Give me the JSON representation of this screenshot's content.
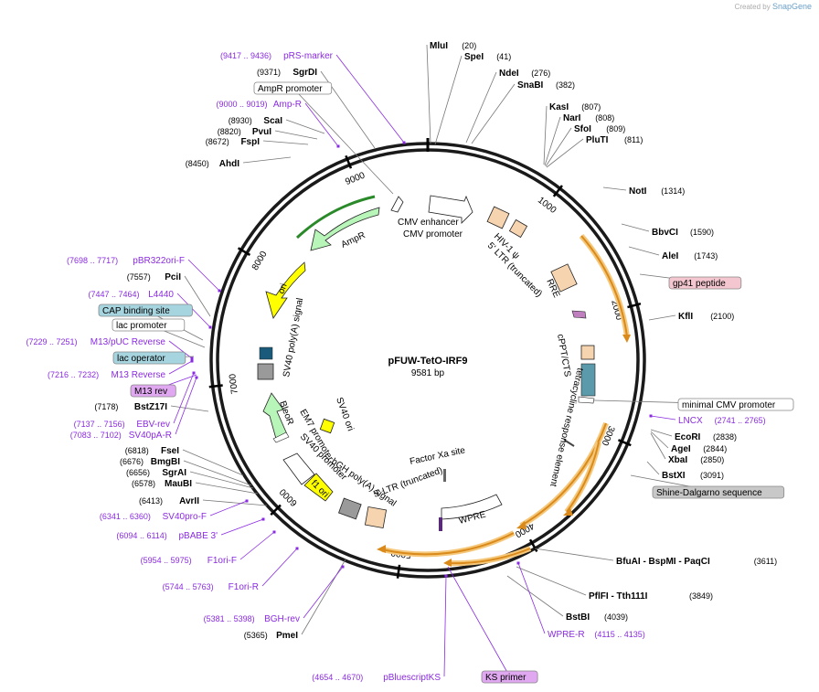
{
  "attribution": {
    "prefix": "Created by",
    "brand": "SnapGene"
  },
  "plasmid": {
    "name": "pFUW-TetO-IRF9",
    "length_label": "9581 bp",
    "length": 9581
  },
  "ticks": [
    "1000",
    "2000",
    "3000",
    "4000",
    "5000",
    "6000",
    "7000",
    "8000",
    "9000"
  ],
  "sites": [
    {
      "name": "MluI",
      "pos": "(20)"
    },
    {
      "name": "SpeI",
      "pos": "(41)"
    },
    {
      "name": "NdeI",
      "pos": "(276)"
    },
    {
      "name": "SnaBI",
      "pos": "(382)"
    },
    {
      "name": "KasI",
      "pos": "(807)"
    },
    {
      "name": "NarI",
      "pos": "(808)"
    },
    {
      "name": "SfoI",
      "pos": "(809)"
    },
    {
      "name": "PluTI",
      "pos": "(811)"
    },
    {
      "name": "NotI",
      "pos": "(1314)"
    },
    {
      "name": "BbvCI",
      "pos": "(1590)"
    },
    {
      "name": "AleI",
      "pos": "(1743)"
    },
    {
      "name": "KflI",
      "pos": "(2100)"
    },
    {
      "name": "EcoRI",
      "pos": "(2838)"
    },
    {
      "name": "AgeI",
      "pos": "(2844)"
    },
    {
      "name": "XbaI",
      "pos": "(2850)"
    },
    {
      "name": "BstXI",
      "pos": "(3091)"
    },
    {
      "name": "BfuAI - BspMI - PaqCI",
      "pos": "(3611)"
    },
    {
      "name": "PflFI - Tth111I",
      "pos": "(3849)"
    },
    {
      "name": "BstBI",
      "pos": "(4039)"
    },
    {
      "name": "PmeI",
      "pos": "(5365)"
    },
    {
      "name": "AvrII",
      "pos": "(6413)"
    },
    {
      "name": "MauBI",
      "pos": "(6578)"
    },
    {
      "name": "SgrAI",
      "pos": "(6656)"
    },
    {
      "name": "BmgBI",
      "pos": "(6676)"
    },
    {
      "name": "FseI",
      "pos": "(6818)"
    },
    {
      "name": "BstZ17I",
      "pos": "(7178)"
    },
    {
      "name": "PciI",
      "pos": "(7557)"
    },
    {
      "name": "AhdI",
      "pos": "(8450)"
    },
    {
      "name": "FspI",
      "pos": "(8672)"
    },
    {
      "name": "PvuI",
      "pos": "(8820)"
    },
    {
      "name": "ScaI",
      "pos": "(8930)"
    },
    {
      "name": "SgrDI",
      "pos": "(9371)"
    }
  ],
  "primers": [
    {
      "name": "pRS-marker",
      "pos": "(9417 .. 9436)"
    },
    {
      "name": "Amp-R",
      "pos": "(9000 .. 9019)"
    },
    {
      "name": "pBR322ori-F",
      "pos": "(7698 .. 7717)"
    },
    {
      "name": "L4440",
      "pos": "(7447 .. 7464)"
    },
    {
      "name": "M13/pUC Reverse",
      "pos": "(7229 .. 7251)"
    },
    {
      "name": "M13 Reverse",
      "pos": "(7216 .. 7232)"
    },
    {
      "name": "EBV-rev",
      "pos": "(7137 .. 7156)"
    },
    {
      "name": "SV40pA-R",
      "pos": "(7083 .. 7102)"
    },
    {
      "name": "SV40pro-F",
      "pos": "(6341 .. 6360)"
    },
    {
      "name": "pBABE 3'",
      "pos": "(6094 .. 6114)"
    },
    {
      "name": "F1ori-F",
      "pos": "(5954 .. 5975)"
    },
    {
      "name": "F1ori-R",
      "pos": "(5744 .. 5763)"
    },
    {
      "name": "BGH-rev",
      "pos": "(5381 .. 5398)"
    },
    {
      "name": "pBluescriptKS",
      "pos": "(4654 .. 4670)"
    },
    {
      "name": "WPRE-R",
      "pos": "(4115 .. 4135)"
    },
    {
      "name": "LNCX",
      "pos": "(2741 .. 2765)"
    }
  ],
  "boxed_labels": [
    {
      "name": "AmpR promoter",
      "fill": "#ffffff"
    },
    {
      "name": "CAP binding site",
      "fill": "#a6d5e0"
    },
    {
      "name": "lac promoter",
      "fill": "#ffffff"
    },
    {
      "name": "lac operator",
      "fill": "#a6d5e0"
    },
    {
      "name": "M13 rev",
      "fill": "#e0a8f0"
    },
    {
      "name": "gp41 peptide",
      "fill": "#f4c7d0"
    },
    {
      "name": "minimal CMV promoter",
      "fill": "#ffffff"
    },
    {
      "name": "Shine-Dalgarno sequence",
      "fill": "#c8c8c8"
    },
    {
      "name": "KS primer",
      "fill": "#e0a8f0"
    }
  ],
  "features": {
    "ampr": "AmpR",
    "ori": "ori",
    "sv40pa": "SV40 poly(A) signal",
    "cmv_enh": "CMV enhancer",
    "cmv_pro": "CMV promoter",
    "hiv": "HIV-1 ψ",
    "ltr5": "5' LTR (truncated)",
    "rre": "RRE",
    "cppt": "cPPT/CTS",
    "tre": "tetracycline response element",
    "factor_xa": "Factor Xa site",
    "wpre": "WPRE",
    "ltr5b": "5' LTR (truncated)",
    "bgh": "bGH poly(A) signal",
    "f1ori": "f1 ori",
    "sv40pro": "SV40 promoter",
    "em7": "EM7 promoter",
    "bleor": "BleoR",
    "sv40ori": "SV40 ori"
  },
  "colors": {
    "ampr": "#b8f5b8",
    "ori": "#ffff00",
    "orange_feature": "#f7d4b0",
    "orf_arrow": "#ffbe66",
    "backbone": "#333333"
  }
}
